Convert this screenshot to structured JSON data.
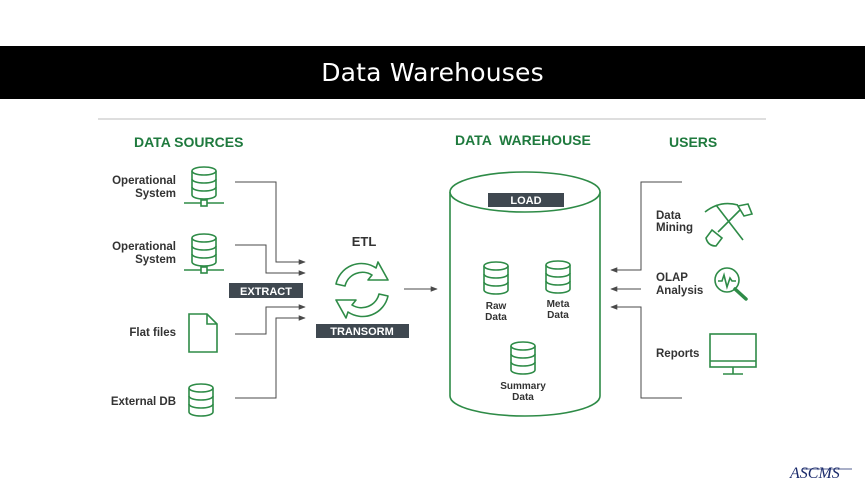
{
  "title": "Data Warehouses",
  "headings": {
    "sources": "DATA SOURCES",
    "warehouse": "DATA  WAREHOUSE",
    "users": "USERS"
  },
  "sources": [
    {
      "line1": "Operational",
      "line2": "System",
      "icon": "database-server-icon"
    },
    {
      "line1": "Operational",
      "line2": "System",
      "icon": "database-server-icon"
    },
    {
      "line1": "Flat files",
      "icon": "file-icon"
    },
    {
      "line1": "External DB",
      "icon": "database-icon"
    }
  ],
  "etl": {
    "label": "ETL",
    "extract": "EXTRACT",
    "transform": "TRANSORM",
    "load": "LOAD"
  },
  "warehouse_items": {
    "raw": {
      "line1": "Raw",
      "line2": "Data"
    },
    "meta": {
      "line1": "Meta",
      "line2": "Data"
    },
    "summary": {
      "line1": "Summary",
      "line2": "Data"
    }
  },
  "users": [
    {
      "line1": "Data",
      "line2": "Mining",
      "icon": "pickaxe-shovel-icon"
    },
    {
      "line1": "OLAP",
      "line2": "Analysis",
      "icon": "magnifier-chart-icon"
    },
    {
      "line1": "Reports",
      "icon": "monitor-icon"
    }
  ],
  "logo": "ASCMS",
  "colors": {
    "accent_green": "#2e8b47",
    "heading_green": "#1f7a3e",
    "pill": "#3f4850",
    "title_bar": "#000000"
  }
}
